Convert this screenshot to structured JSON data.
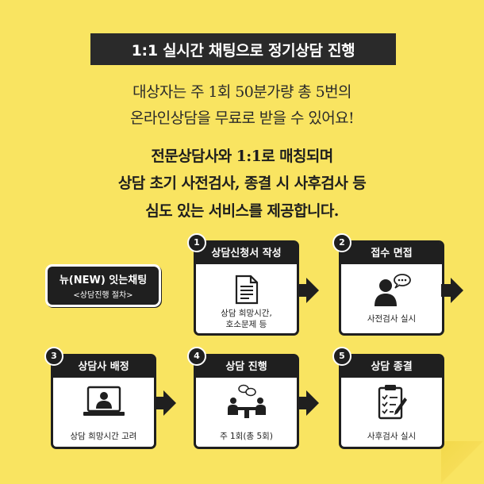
{
  "title": "1:1 실시간 채팅으로 정기상담 진행",
  "intro": {
    "line1": "대상자는 주 1회 50분가량 총 5번의",
    "line2": "온라인상담을 무료로 받을 수 있어요!"
  },
  "service": {
    "line1": "전문상담사와 1:1로 매칭되며",
    "line2": "상담 초기 사전검사, 종결 시 사후검사 등",
    "line3": "심도 있는 서비스를 제공합니다."
  },
  "badge": {
    "title": "뉴(NEW) 잇는채팅",
    "subtitle": "<상담진행 절차>"
  },
  "steps": [
    {
      "num": "1",
      "title": "상담신청서 작성",
      "caption1": "상담 희망시간,",
      "caption2": "호소문제 등",
      "icon": "document-icon"
    },
    {
      "num": "2",
      "title": "접수 면접",
      "caption1": "사전검사 실시",
      "caption2": "",
      "icon": "person-chat-icon"
    },
    {
      "num": "3",
      "title": "상담사 배정",
      "caption1": "상담 희망시간 고려",
      "caption2": "",
      "icon": "video-call-icon"
    },
    {
      "num": "4",
      "title": "상담 진행",
      "caption1": "주 1회(총 5회)",
      "caption2": "",
      "icon": "meeting-icon"
    },
    {
      "num": "5",
      "title": "상담 종결",
      "caption1": "사후검사 실시",
      "caption2": "",
      "icon": "checklist-icon"
    }
  ],
  "colors": {
    "paper": "#f9e461",
    "dark": "#1f1f1f"
  }
}
